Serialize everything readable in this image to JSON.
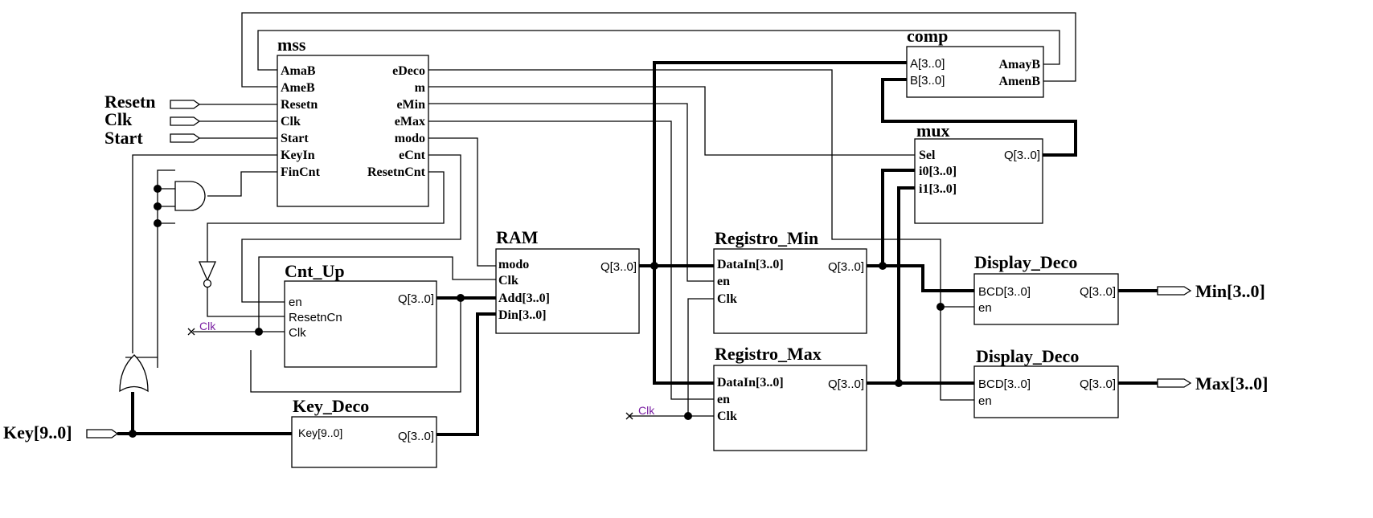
{
  "blocks": {
    "mss": {
      "title": "mss",
      "inputs": [
        "AmaB",
        "AmeB",
        "Resetn",
        "Clk",
        "Start",
        "KeyIn",
        "FinCnt"
      ],
      "outputs": [
        "eDeco",
        "m",
        "eMin",
        "eMax",
        "modo",
        "eCnt",
        "ResetnCnt"
      ]
    },
    "comp": {
      "title": "comp",
      "inputs": [
        "A[3..0]",
        "B[3..0]"
      ],
      "outputs": [
        "AmayB",
        "AmenB"
      ]
    },
    "mux": {
      "title": "mux",
      "inputs": [
        "Sel",
        "i0[3..0]",
        "i1[3..0]"
      ],
      "output": "Q[3..0]"
    },
    "ram": {
      "title": "RAM",
      "inputs": [
        "modo",
        "Clk",
        "Add[3..0]",
        "Din[3..0]"
      ],
      "output": "Q[3..0]"
    },
    "cnt_up": {
      "title": "Cnt_Up",
      "inputs": [
        "en",
        "ResetnCn",
        "Clk"
      ],
      "output": "Q[3..0]"
    },
    "key_deco": {
      "title": "Key_Deco",
      "input": "Key[9..0]",
      "output": "Q[3..0]"
    },
    "reg_min": {
      "title": "Registro_Min",
      "inputs": [
        "DataIn[3..0]",
        "en",
        "Clk"
      ],
      "output": "Q[3..0]"
    },
    "reg_max": {
      "title": "Registro_Max",
      "inputs": [
        "DataIn[3..0]",
        "en",
        "Clk"
      ],
      "output": "Q[3..0]"
    },
    "disp_min": {
      "title": "Display_Deco",
      "inputs": [
        "BCD[3..0]",
        "en"
      ],
      "output": "Q[3..0]"
    },
    "disp_max": {
      "title": "Display_Deco",
      "inputs": [
        "BCD[3..0]",
        "en"
      ],
      "output": "Q[3..0]"
    }
  },
  "external": {
    "resetn": "Resetn",
    "clk": "Clk",
    "start": "Start",
    "key": "Key[9..0]",
    "min": "Min[3..0]",
    "max": "Max[3..0]"
  },
  "clock_labels": {
    "cnt": "Clk",
    "reg": "Clk"
  }
}
